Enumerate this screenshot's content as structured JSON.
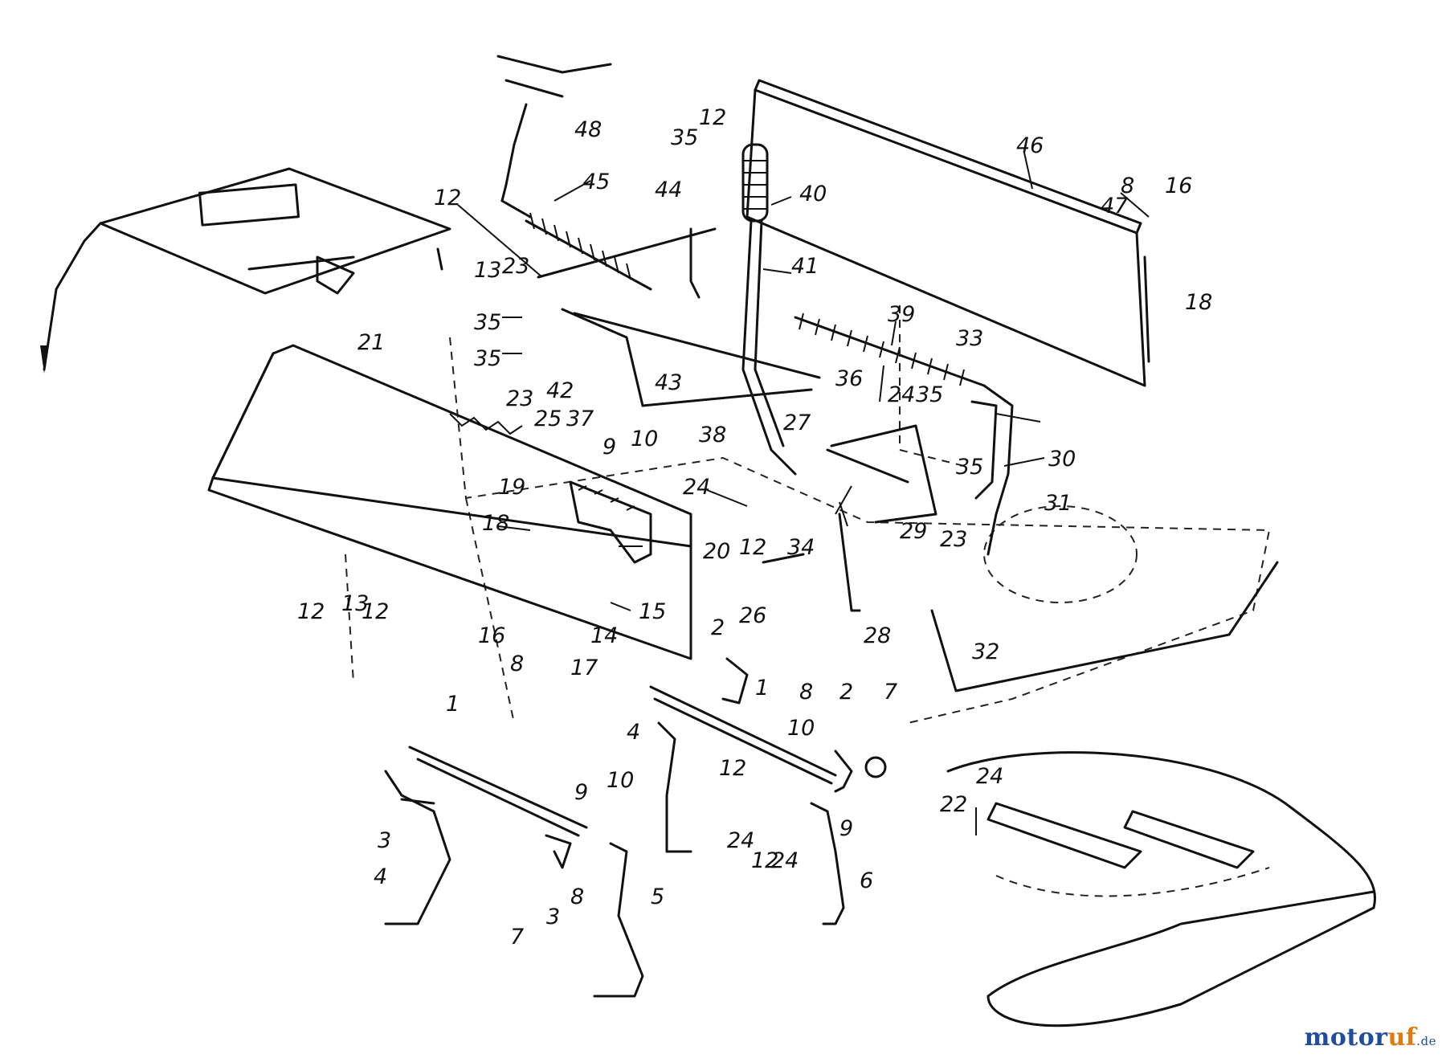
{
  "diagram": {
    "callouts": [
      {
        "id": "c1",
        "text": "1"
      },
      {
        "id": "c2",
        "text": "1"
      },
      {
        "id": "c3",
        "text": "2"
      },
      {
        "id": "c4",
        "text": "2"
      },
      {
        "id": "c5",
        "text": "3"
      },
      {
        "id": "c6",
        "text": "3"
      },
      {
        "id": "c7",
        "text": "4"
      },
      {
        "id": "c8",
        "text": "4"
      },
      {
        "id": "c9",
        "text": "5"
      },
      {
        "id": "c10",
        "text": "6"
      },
      {
        "id": "c11",
        "text": "7"
      },
      {
        "id": "c12",
        "text": "7"
      },
      {
        "id": "c13",
        "text": "8"
      },
      {
        "id": "c14",
        "text": "8"
      },
      {
        "id": "c15",
        "text": "8"
      },
      {
        "id": "c16",
        "text": "8"
      },
      {
        "id": "c17",
        "text": "9"
      },
      {
        "id": "c18",
        "text": "9"
      },
      {
        "id": "c19",
        "text": "9"
      },
      {
        "id": "c20",
        "text": "10"
      },
      {
        "id": "c21",
        "text": "10"
      },
      {
        "id": "c22",
        "text": "10"
      },
      {
        "id": "c23",
        "text": "12"
      },
      {
        "id": "c24",
        "text": "12"
      },
      {
        "id": "c25",
        "text": "12"
      },
      {
        "id": "c26",
        "text": "12"
      },
      {
        "id": "c27",
        "text": "12"
      },
      {
        "id": "c28",
        "text": "12"
      },
      {
        "id": "c29",
        "text": "13"
      },
      {
        "id": "c30",
        "text": "13"
      },
      {
        "id": "c31",
        "text": "14"
      },
      {
        "id": "c32",
        "text": "15"
      },
      {
        "id": "c33",
        "text": "16"
      },
      {
        "id": "c34",
        "text": "16"
      },
      {
        "id": "c35",
        "text": "17"
      },
      {
        "id": "c36",
        "text": "18"
      },
      {
        "id": "c37",
        "text": "18"
      },
      {
        "id": "c38",
        "text": "19"
      },
      {
        "id": "c39",
        "text": "20"
      },
      {
        "id": "c40",
        "text": "21"
      },
      {
        "id": "c41",
        "text": "22"
      },
      {
        "id": "c42",
        "text": "23"
      },
      {
        "id": "c43",
        "text": "23"
      },
      {
        "id": "c44",
        "text": "23"
      },
      {
        "id": "c45",
        "text": "24"
      },
      {
        "id": "c46",
        "text": "24"
      },
      {
        "id": "c47",
        "text": "24"
      },
      {
        "id": "c48",
        "text": "24"
      },
      {
        "id": "c49",
        "text": "24"
      },
      {
        "id": "c50",
        "text": "25"
      },
      {
        "id": "c51",
        "text": "26"
      },
      {
        "id": "c52",
        "text": "27"
      },
      {
        "id": "c53",
        "text": "28"
      },
      {
        "id": "c54",
        "text": "29"
      },
      {
        "id": "c55",
        "text": "30"
      },
      {
        "id": "c56",
        "text": "31"
      },
      {
        "id": "c57",
        "text": "32"
      },
      {
        "id": "c58",
        "text": "33"
      },
      {
        "id": "c59",
        "text": "34"
      },
      {
        "id": "c60",
        "text": "35"
      },
      {
        "id": "c61",
        "text": "35"
      },
      {
        "id": "c62",
        "text": "35"
      },
      {
        "id": "c63",
        "text": "35"
      },
      {
        "id": "c64",
        "text": "35"
      },
      {
        "id": "c65",
        "text": "36"
      },
      {
        "id": "c66",
        "text": "37"
      },
      {
        "id": "c67",
        "text": "38"
      },
      {
        "id": "c68",
        "text": "39"
      },
      {
        "id": "c69",
        "text": "40"
      },
      {
        "id": "c70",
        "text": "41"
      },
      {
        "id": "c71",
        "text": "42"
      },
      {
        "id": "c72",
        "text": "43"
      },
      {
        "id": "c73",
        "text": "44"
      },
      {
        "id": "c74",
        "text": "45"
      },
      {
        "id": "c75",
        "text": "46"
      },
      {
        "id": "c76",
        "text": "47"
      },
      {
        "id": "c77",
        "text": "48"
      },
      {
        "id": "c78",
        "text": "12"
      }
    ]
  },
  "watermark": {
    "part1": "motor",
    "part2": "uf",
    "suffix": ".de"
  }
}
